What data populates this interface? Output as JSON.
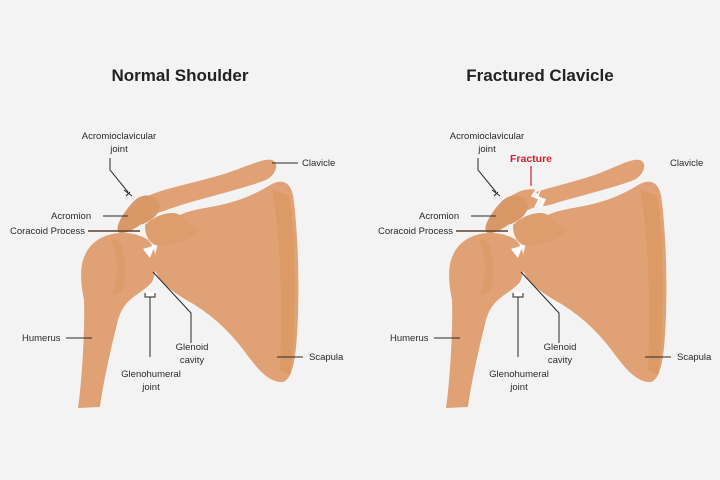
{
  "colors": {
    "background": "#f3f3f3",
    "bone": "#e0a274",
    "bone_shade": "#d8955f",
    "leader_line": "#2a2a2a",
    "fracture": "#d0202a"
  },
  "panels": [
    {
      "title": "Normal Shoulder",
      "labels": {
        "ac_joint_1": "Acromioclavicular",
        "ac_joint_2": "joint",
        "clavicle": "Clavicle",
        "acromion": "Acromion",
        "coracoid": "Coracoid Process",
        "humerus": "Humerus",
        "glenoid_1": "Glenoid",
        "glenoid_2": "cavity",
        "glenohumeral_1": "Glenohumeral",
        "glenohumeral_2": "joint",
        "scapula": "Scapula"
      }
    },
    {
      "title": "Fractured Clavicle",
      "labels": {
        "ac_joint_1": "Acromioclavicular",
        "ac_joint_2": "joint",
        "fracture": "Fracture",
        "clavicle": "Clavicle",
        "acromion": "Acromion",
        "coracoid": "Coracoid Process",
        "humerus": "Humerus",
        "glenoid_1": "Glenoid",
        "glenoid_2": "cavity",
        "glenohumeral_1": "Glenohumeral",
        "glenohumeral_2": "joint",
        "scapula": "Scapula"
      }
    }
  ]
}
